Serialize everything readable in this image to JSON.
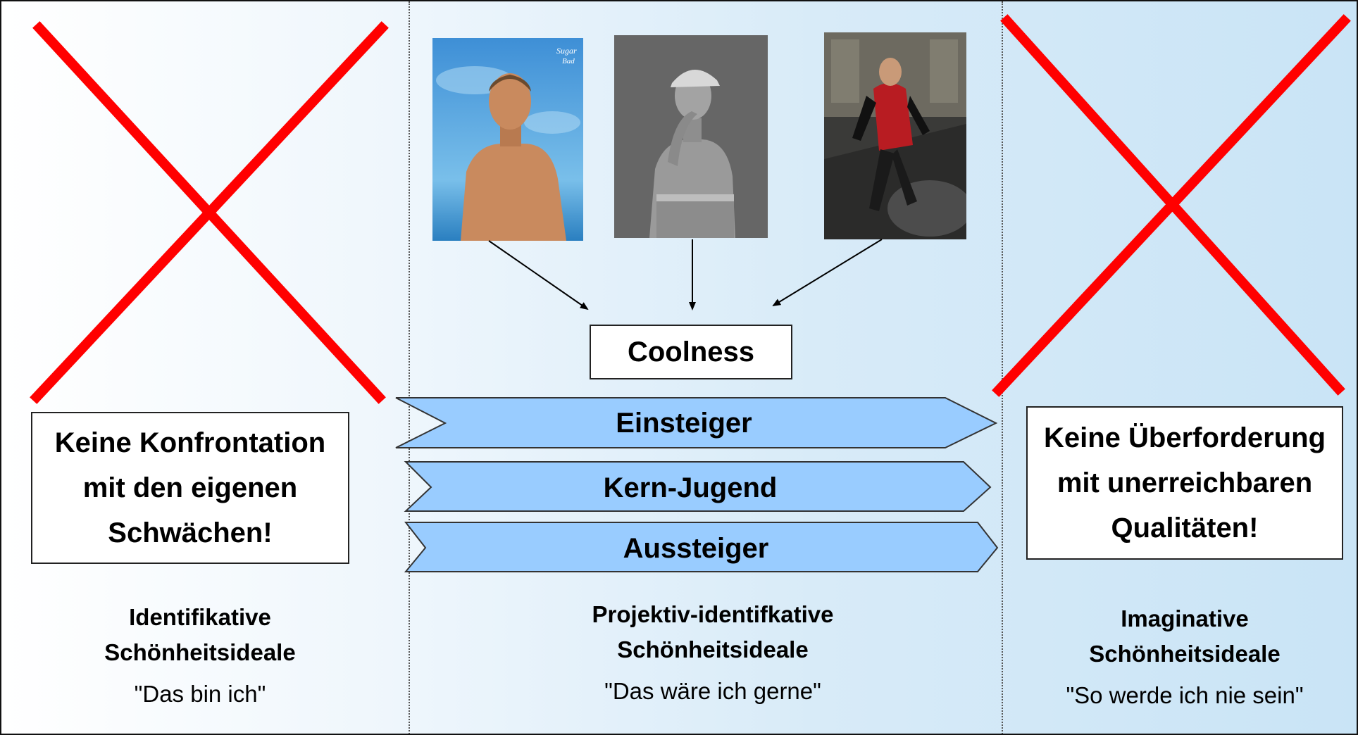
{
  "coolness_label": "Coolness",
  "segments": [
    "Einsteiger",
    "Kern-Jugend",
    "Aussteiger"
  ],
  "left": {
    "message": "Keine Konfrontation\nmit den eigenen\nSchwächen!",
    "title": "Identifikative\nSchönheitsideale",
    "quote": "\"Das bin ich\""
  },
  "center": {
    "title": "Projektiv-identifkative\nSchönheitsideale",
    "quote": "\"Das wäre ich gerne\""
  },
  "right": {
    "message": "Keine Überforderung\nmit unerreichbaren\nQualitäten!",
    "title": "Imaginative\nSchönheitsideale",
    "quote": "\"So werde ich nie sein\""
  },
  "photos": [
    {
      "subject": "shirtless man against blue sky",
      "badge": "Sugar\nBad"
    },
    {
      "subject": "shirtless man in cap, grey tones",
      "badge": ""
    },
    {
      "subject": "man in red hoodie jumping",
      "badge": ""
    }
  ],
  "colors": {
    "cross": "#ff0000",
    "chevron_fill": "#99ccff",
    "background_left": "#ffffff",
    "background_right": "#c9e4f6"
  }
}
